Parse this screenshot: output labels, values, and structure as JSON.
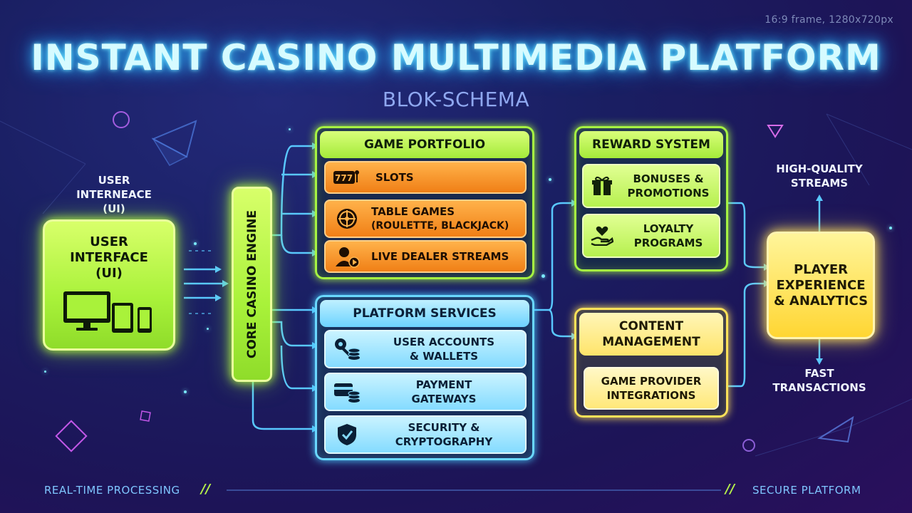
{
  "frame_note": "16:9 frame, 1280x720px",
  "title": "INSTANT CASINO MULTIMEDIA PLATFORM",
  "subtitle": "BLOK-SCHEMA",
  "ui_caption": {
    "line1": "USER",
    "line2": "INTERNEACE",
    "line3": "(UI)"
  },
  "ui_box": {
    "line1": "USER",
    "line2": "INTERFACE",
    "line3": "(UI)",
    "icon": "devices-icon"
  },
  "core_engine": "CORE CASINO ENGINE",
  "game_portfolio": {
    "title": "GAME PORTFOLIO",
    "items": [
      {
        "line1": "SLOTS",
        "line2": "",
        "icon": "slot-machine-icon"
      },
      {
        "line1": "TABLE GAMES",
        "line2": "(ROULETTE, BLACKJACK)",
        "icon": "roulette-icon"
      },
      {
        "line1": "LIVE DEALER STREAMS",
        "line2": "",
        "icon": "live-dealer-icon"
      }
    ]
  },
  "platform_services": {
    "title": "PLATFORM SERVICES",
    "items": [
      {
        "line1": "USER ACCOUNTS",
        "line2": "& WALLETS",
        "icon": "key-coins-icon"
      },
      {
        "line1": "PAYMENT",
        "line2": "GATEWAYS",
        "icon": "card-coins-icon"
      },
      {
        "line1": "SECURITY &",
        "line2": "CRYPTOGRAPHY",
        "icon": "shield-icon"
      }
    ]
  },
  "reward_system": {
    "title": "REWARD SYSTEM",
    "items": [
      {
        "line1": "BONUSES &",
        "line2": "PROMOTIONS",
        "icon": "gift-icon"
      },
      {
        "line1": "LOYALTY",
        "line2": "PROGRAMS",
        "icon": "heart-hand-icon"
      }
    ]
  },
  "content_management": {
    "title_line1": "CONTENT",
    "title_line2": "MANAGEMENT",
    "item": {
      "line1": "GAME PROVIDER",
      "line2": "INTEGRATIONS"
    }
  },
  "player": {
    "line1": "PLAYER",
    "line2": "EXPERIENCE",
    "line3": "& ANALYTICS"
  },
  "top_label": {
    "line1": "HIGH-QUALITY",
    "line2": "STREAMS"
  },
  "bottom_label": {
    "line1": "FAST",
    "line2": "TRANSACTIONS"
  },
  "footer": {
    "left": "REAL-TIME PROCESSING",
    "right": "SECURE PLATFORM",
    "separator": "//"
  },
  "colors": {
    "lime": "#a9f23a",
    "cyan": "#6ad8ff",
    "yellow": "#ffe259",
    "orange": "#f58a1f",
    "background": "#1a1f63"
  }
}
